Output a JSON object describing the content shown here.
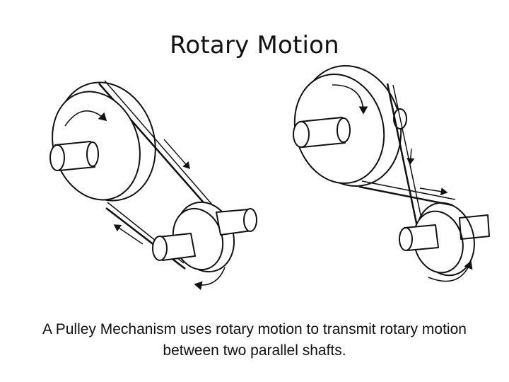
{
  "slide": {
    "title": "Rotary Motion",
    "caption": "A Pulley Mechanism uses rotary motion to transmit rotary motion between two parallel shafts."
  },
  "diagrams": [
    {
      "id": "open-belt-drive",
      "belt": "open"
    },
    {
      "id": "crossed-belt-drive",
      "belt": "crossed"
    }
  ],
  "colors": {
    "ink": "#111111",
    "background": "#ffffff"
  }
}
